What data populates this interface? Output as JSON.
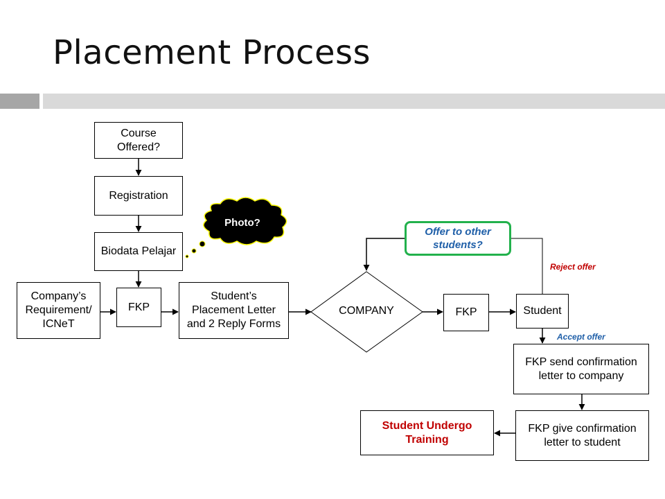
{
  "title": "Placement Process",
  "nodes": {
    "course_offered": "Course\nOffered?",
    "registration": "Registration",
    "biodata": "Biodata Pelajar",
    "photo": "Photo?",
    "company_requirement": "Company’s\nRequirement/\nICNeT",
    "fkp_1": "FKP",
    "placement_letter": "Student’s\nPlacement Letter\nand 2 Reply Forms",
    "company": "COMPANY",
    "fkp_2": "FKP",
    "student": "Student",
    "offer_other": "Offer to other\nstudents?",
    "fkp_send": "FKP send confirmation\nletter to company",
    "fkp_give": "FKP give confirmation\nletter to student",
    "training": "Student Undergo\nTraining"
  },
  "labels": {
    "reject": "Reject offer",
    "accept": "Accept offer"
  },
  "colors": {
    "green_border": "#22b14c",
    "offer_text": "#1f5fa8",
    "reject_text": "#c00000",
    "accept_text": "#1f5fa8",
    "training_text": "#c00000",
    "cloud_fill": "#000000",
    "cloud_stroke": "#ffff00"
  }
}
